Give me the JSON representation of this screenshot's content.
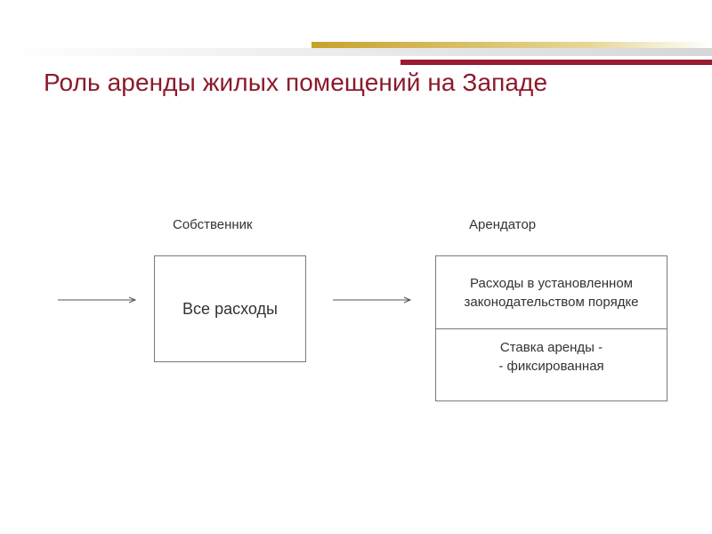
{
  "title": "Роль аренды жилых помещений на Западе",
  "colors": {
    "title": "#8b1a2b",
    "accent_gold": "#c8a12a",
    "accent_red": "#9b1b30",
    "accent_gray": "#d9d9d9"
  },
  "diagram": {
    "owner": {
      "label": "Собственник",
      "box_text": "Все расходы"
    },
    "tenant": {
      "label": "Арендатор",
      "top_lines": [
        "Расходы в установленном",
        "законодательством порядке"
      ],
      "bottom_lines": [
        "Ставка аренды -",
        "- фиксированная"
      ]
    }
  }
}
